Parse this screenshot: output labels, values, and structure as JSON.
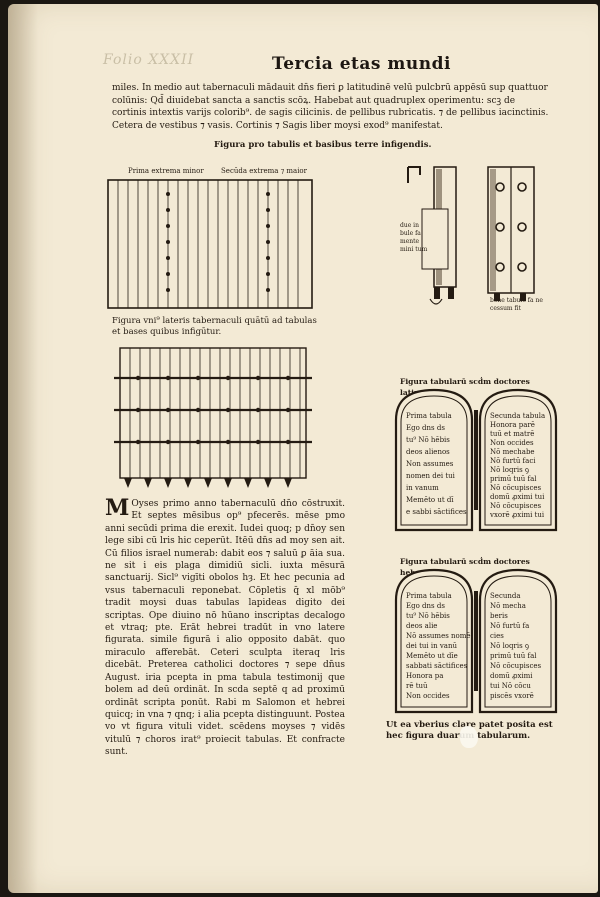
{
  "header": {
    "foliation": "Folio XXXII",
    "running_title": "Tercia etas mundi"
  },
  "intro_text": "miles. In medio aut tabernaculi mādauit dn̄s fieri ꝑ latitudinē velū pulcbrū appēsū sup quattuor colūnis: Qd̄ diuidebat sancta a sanctis scōꝝ. Habebat aut quadruplex operimentu: scꝫ de cortinis intextis varijs colorib⁹. de sagis cilicinis. de pellibus rubricatis. ⁊ de pellibus iacinctinis. Cetera de vestibus ⁊ vasis. Cortinis ⁊ Sagis liber moysi exod⁹ manifestat.",
  "figure_title": "Figura pro tabulis et basibus terre infigendis.",
  "board_labels": {
    "left": "Prima extrema minor",
    "right": "Secūda extrema ⁊ maior"
  },
  "caption_boards": "Figura vni⁹ lateris tabernaculi quātū ad tabulas et bases quibus infigūtur.",
  "caption_side_small": "due in bule fa mente mini tum",
  "caption_side_right": "bene tabule fa ne cessum fit",
  "tablet_title_1": "Figura tabularū scḋm doctores latinos",
  "tablet_title_2": "Figura tabularū scḋm doctores hebreos",
  "tablet1": {
    "left_lines": [
      "Prima tabula",
      "Ego dns ds",
      "tu⁹ Nō hēbis",
      "deos alienos",
      "Non assumes",
      "nomen dei tui",
      "in vanum",
      "Memēto ut dī",
      "e sabbi sāctifices"
    ],
    "right_lines": [
      "Secunda tabula",
      "Honora parē",
      "tuū et matrē",
      "Non occides",
      "Nō mechabe",
      "Nō furtū faci",
      "Nō loqris ꝯ",
      "primū tuū fal",
      "Nō cōcupisces",
      "domū ꝓximi tui",
      "Nō cōcupisces",
      "vxorē ꝓximi tui"
    ]
  },
  "tablet2": {
    "left_lines": [
      "Prima tabula",
      "Ego dns ds",
      "tu⁹ Nō hēbis",
      "deos alie",
      "Nō assumes nomē",
      "dei tui in vanū",
      "Memēto ut dīe",
      "sabbati sāctifices",
      "Honora pa",
      "rē tuū",
      "Non occides"
    ],
    "right_lines": [
      "Secunda",
      "Nō mecha",
      "beris",
      "Nō furtū fa",
      "cies",
      "Nō loqris ꝯ",
      "primū tuū fal",
      "Nō cōcupisces",
      "domū ꝓximi",
      "tui Nō cōcu",
      "piscēs vxorē"
    ]
  },
  "caption_bottom": "Ut ea vberius clare patet posita est hec figura duarum tabularum.",
  "body_text": "Oyses primo anno tabernaculū dn̄o cōstruxit. Et septes mēsibus op⁹ pfecerēs. mēse pmo anni secūdi prima die erexit. Iudei quoq; p dn̄oy sen lege sibi cū lris hic ceperūt. Itēū dn̄s ad moy sen ait. Cū filios israel numerab: dabit eos ⁊ saluū ꝑ āia sua. ne sit i eis plaga dimidiū sicli. iuxta mēsurā sanctuarij. Sicl⁹ vigīti obolos hȝ. Et hec pecunia ad vsus tabernaculi reponebat. Cōpletis q̄ xl mōb⁹ tradit moysi duas tabulas lapideas digito dei scriptas. Ope diuino nō hūano inscriptas decalogo et vtraq; pte. Erāt hebrei tradūt in vno latere figurata. simile figurā i alio opposito dabāt. quo miraculo afferebāt. Ceteri sculpta iteraq lris dicebāt. Preterea catholici doctores ⁊ sepe dn̄us August. iria pcepta in pma tabula testimonij que bolem ad deū ordināt. In scda septē q ad proximū ordināt scripta ponūt. Rabi m Salomon et hebrei quicq; in vna ⁊ qnq; i alia pcepta distinguunt. Postea vo vt figura vituli videt. scēdens moyses ⁊ vidēs vitulū ⁊ choros irat⁹ proiecit tabulas. Et confracte sunt.",
  "colors": {
    "paper": "#f3ead5",
    "ink": "#241b12",
    "background": "#1b1712"
  }
}
